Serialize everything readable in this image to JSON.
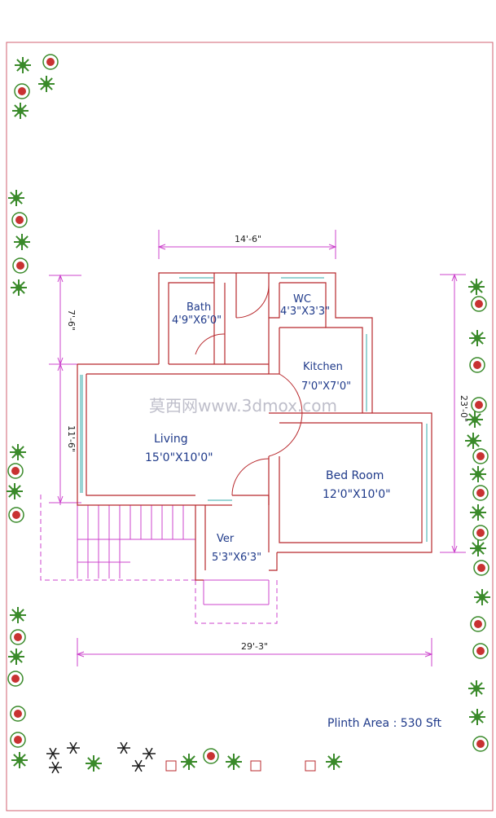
{
  "rooms": {
    "bath": {
      "name": "Bath",
      "size": "4'9\"X6'0\""
    },
    "wc": {
      "name": "WC",
      "size": "4'3\"X3'3\""
    },
    "kitchen": {
      "name": "Kitchen",
      "size": "7'0\"X7'0\""
    },
    "living": {
      "name": "Living",
      "size": "15'0\"X10'0\""
    },
    "bedroom": {
      "name": "Bed Room",
      "size": "12'0\"X10'0\""
    },
    "verandah": {
      "name": "Ver",
      "size": "5'3\"X6'3\""
    }
  },
  "dimensions": {
    "top": "14'-6\"",
    "bottom": "29'-3\"",
    "left_upper": "7'-6\"",
    "left_lower": "11'-6\"",
    "right": "23'-0\""
  },
  "plinth_area": "Plinth Area : 530 Sft",
  "watermark": "莫西网www.3dmox.com",
  "colors": {
    "wall": "#b8282c",
    "dimension": "#cc44cc",
    "window": "#33aaaa",
    "text": "#1f3a8a",
    "plant_leaf": "#3a8a2a",
    "plant_flower": "#c83232"
  }
}
